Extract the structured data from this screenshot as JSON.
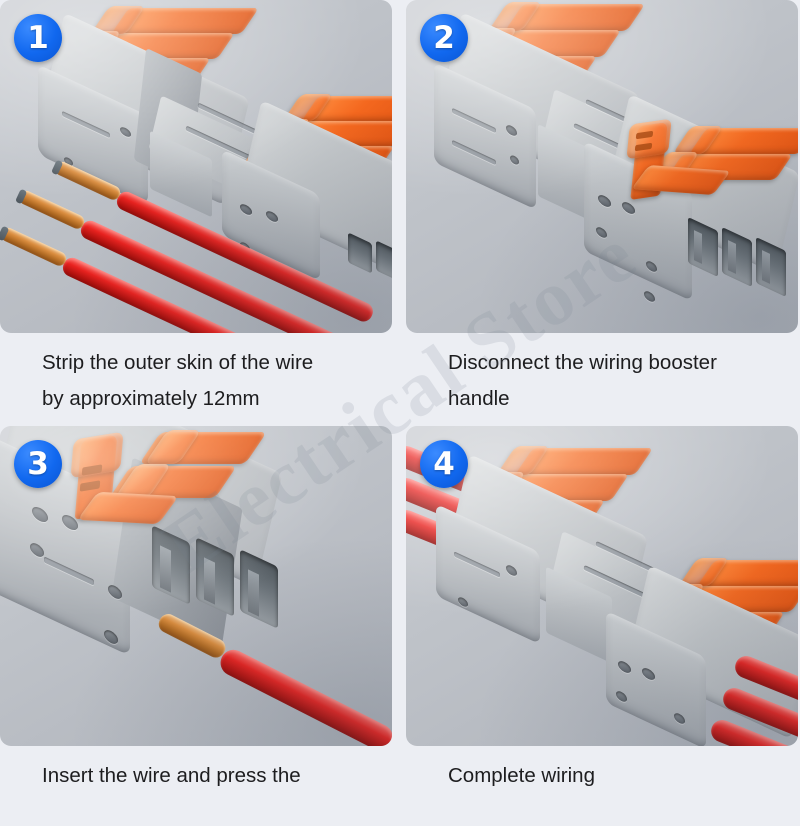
{
  "page": {
    "background_color": "#eceef3",
    "watermark_text": "Electrical Store",
    "badge_color": "#1168ef",
    "lever_color": "#f4681f",
    "body_color": "#c2c6c9",
    "wire_color": "#e8221f",
    "copper_color": "#d98c3e"
  },
  "steps": [
    {
      "number": "1",
      "caption_line1": "Strip the outer skin of the wire",
      "caption_line2": "by approximately 12mm",
      "scene": "two grey lever connectors with three closed orange levers each, and three red wires with stripped copper ends lying in front"
    },
    {
      "number": "2",
      "caption_line1": "Disconnect the wiring booster",
      "caption_line2": "handle",
      "scene": "grey connector pair with one orange lever lifted open, showing three empty wire ports"
    },
    {
      "number": "3",
      "caption_line1": "Insert the wire and press the",
      "caption_line2": "",
      "scene": "close-up of connector with lever raised and a red wire with stripped copper end inserted into the port"
    },
    {
      "number": "4",
      "caption_line1": "Complete wiring",
      "caption_line2": "",
      "scene": "finished assembly: connector pair with all orange levers closed and red wires seated in both ends"
    }
  ]
}
